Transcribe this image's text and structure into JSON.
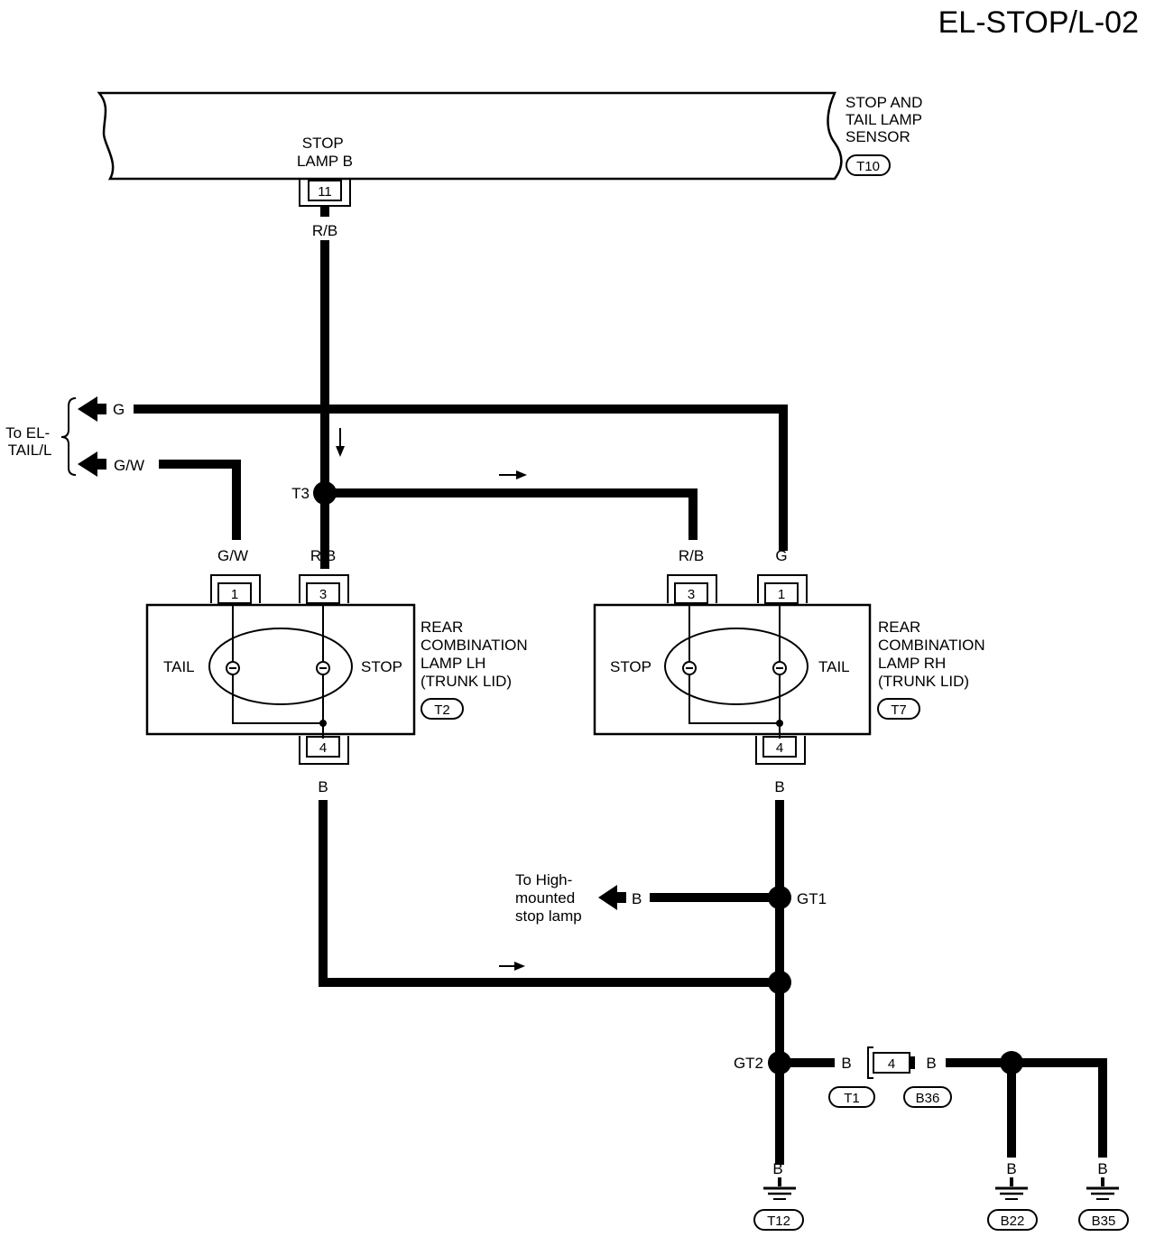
{
  "page_title": "EL-STOP/L-02",
  "sensor": {
    "name_lines": [
      "STOP AND",
      "TAIL LAMP",
      "SENSOR"
    ],
    "code": "T10",
    "terminal_label_lines": [
      "STOP",
      "LAMP B"
    ],
    "terminal_pin": "11"
  },
  "wire_colors": {
    "rb": "R/B",
    "g": "G",
    "gw": "G/W",
    "b": "B"
  },
  "to_el_tail_lines": [
    "To EL-",
    "TAIL/L"
  ],
  "junction_t3": "T3",
  "lamp_lh": {
    "name_lines": [
      "REAR",
      "COMBINATION",
      "LAMP LH",
      "(TRUNK LID)"
    ],
    "code": "T2",
    "tail": "TAIL",
    "stop": "STOP",
    "pins": [
      "1",
      "3",
      "4"
    ]
  },
  "lamp_rh": {
    "name_lines": [
      "REAR",
      "COMBINATION",
      "LAMP RH",
      "(TRUNK LID)"
    ],
    "code": "T7",
    "tail": "TAIL",
    "stop": "STOP",
    "pins": [
      "3",
      "1",
      "4"
    ]
  },
  "high_mount_lines": [
    "To High-",
    "mounted",
    "stop lamp"
  ],
  "junction_gt1": "GT1",
  "junction_gt2": "GT2",
  "connector": {
    "pin": "4",
    "codes": [
      "T1",
      "B36"
    ]
  },
  "grounds": [
    "T12",
    "B22",
    "B35"
  ]
}
